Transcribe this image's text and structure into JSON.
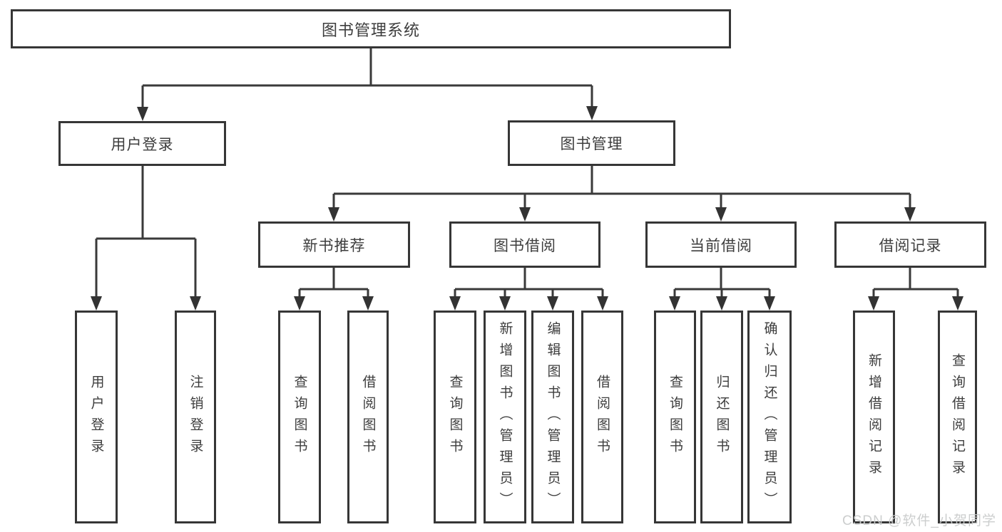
{
  "diagram_title": "图书管理系统",
  "tree": {
    "label": "图书管理系统",
    "children": [
      {
        "label": "用户登录",
        "children": [
          {
            "label": "用户登录"
          },
          {
            "label": "注销登录"
          }
        ]
      },
      {
        "label": "图书管理",
        "children": [
          {
            "label": "新书推荐",
            "children": [
              {
                "label": "查询图书"
              },
              {
                "label": "借阅图书"
              }
            ]
          },
          {
            "label": "图书借阅",
            "children": [
              {
                "label": "查询图书"
              },
              {
                "label": "新增图书（管理员）"
              },
              {
                "label": "编辑图书（管理员）"
              },
              {
                "label": "借阅图书"
              }
            ]
          },
          {
            "label": "当前借阅",
            "children": [
              {
                "label": "查询图书"
              },
              {
                "label": "归还图书"
              },
              {
                "label": "确认归还（管理员）"
              }
            ]
          },
          {
            "label": "借阅记录",
            "children": [
              {
                "label": "新增借阅记录"
              },
              {
                "label": "查询借阅记录"
              }
            ]
          }
        ]
      }
    ]
  },
  "watermark": "CSDN @软件_小贺同学",
  "colors": {
    "line": "#3a3a3a",
    "border": "#363636",
    "text": "#3d3d3d",
    "watermark": "#c9cbcb",
    "background": "#ffffff"
  }
}
